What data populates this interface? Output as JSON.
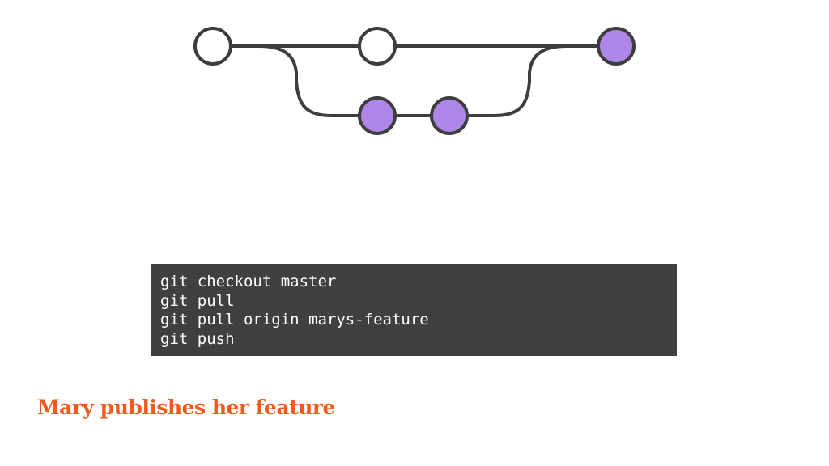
{
  "diagram": {
    "colors": {
      "line": "#3d3d3d",
      "commit_plain": "#ffffff",
      "commit_feature": "#ad86e8"
    },
    "commits": [
      {
        "branch": "master",
        "kind": "plain"
      },
      {
        "branch": "master",
        "kind": "plain"
      },
      {
        "branch": "feature",
        "kind": "feature"
      },
      {
        "branch": "feature",
        "kind": "feature"
      },
      {
        "branch": "master",
        "kind": "feature"
      }
    ]
  },
  "code": {
    "lines": [
      "git checkout master",
      "git pull",
      "git pull origin marys-feature",
      "git push"
    ]
  },
  "caption": {
    "text": "Mary publishes her feature",
    "color": "#f05a1e"
  }
}
